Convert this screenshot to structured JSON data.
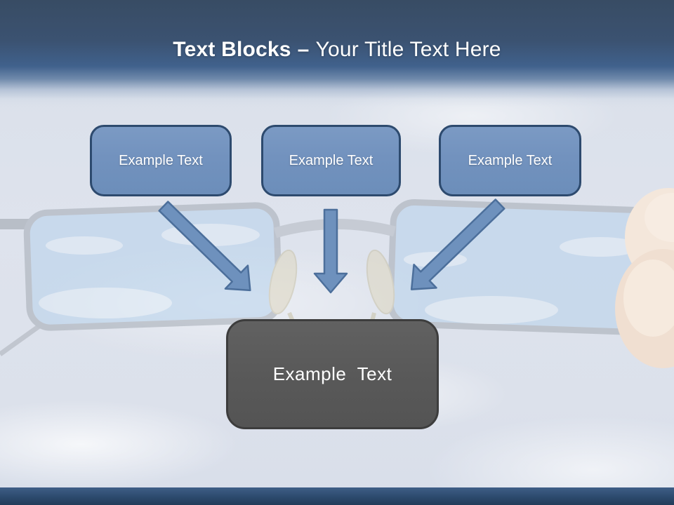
{
  "slide": {
    "header": {
      "title_bold": "Text Blocks",
      "title_separator": "–",
      "title_regular": "Your Title Text Here"
    },
    "text_blocks": [
      {
        "label": "Example Text"
      },
      {
        "label": "Example Text"
      },
      {
        "label": "Example Text"
      }
    ],
    "result_block": {
      "label": "Example Text"
    },
    "icons": {
      "connector_arrows": [
        "arrow-down-right",
        "arrow-down",
        "arrow-down-left"
      ],
      "background_graphic": "eyeglasses-held-by-fingertip-against-cloudy-sky"
    },
    "colors": {
      "header_navy_top": "#384c64",
      "header_navy_mid": "#40618c",
      "block_fill": "#7292be",
      "block_border": "#2d4a6e",
      "arrow_fill": "#6e91bd",
      "arrow_border": "#4c6f9b",
      "result_fill": "#595959",
      "result_border": "#3d3d3d",
      "footer_navy": "#2c4a6d",
      "title_text": "#ffffff",
      "sky_through_lens": "#b7d2ec"
    }
  }
}
